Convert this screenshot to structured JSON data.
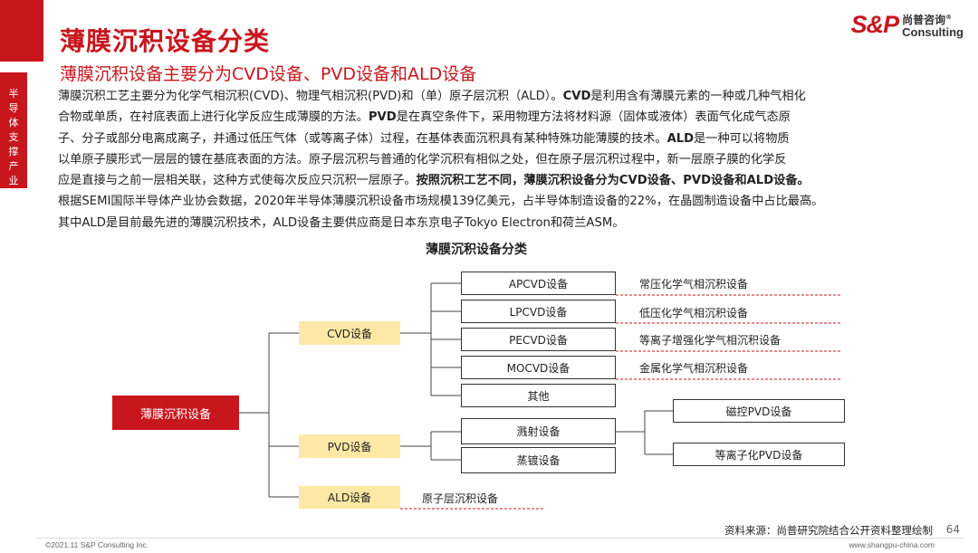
{
  "header": {
    "title": "薄膜沉积设备分类",
    "subtitle": "薄膜沉积设备主要分为CVD设备、PVD设备和ALD设备"
  },
  "sidebar": {
    "chars": [
      "半",
      "导",
      "体",
      "支",
      "撑",
      "产",
      "业"
    ]
  },
  "logo": {
    "mark": "S&P",
    "cn": "尚普咨询",
    "en": "Consulting",
    "registered": "®"
  },
  "body": {
    "lines": [
      [
        {
          "t": "薄膜沉积工艺主要分为化学气相沉积(CVD)、物理气相沉积(PVD)和（单）原子层沉积（ALD）。"
        },
        {
          "t": "CVD",
          "b": true
        },
        {
          "t": "是利用含有薄膜元素的一种或几种气相化"
        }
      ],
      [
        {
          "t": "合物或单质，在衬底表面上进行化学反应生成薄膜的方法。"
        },
        {
          "t": "PVD",
          "b": true
        },
        {
          "t": "是在真空条件下，采用物理方法将材料源（固体或液体）表面气化成气态原"
        }
      ],
      [
        {
          "t": "子、分子或部分电离成离子，并通过低压气体（或等离子体）过程，在基体表面沉积具有某种特殊功能薄膜的技术。"
        },
        {
          "t": "ALD",
          "b": true
        },
        {
          "t": "是一种可以将物质"
        }
      ],
      [
        {
          "t": "以单原子膜形式一层层的镀在基底表面的方法。原子层沉积与普通的化学沉积有相似之处，但在原子层沉积过程中，新一层原子膜的化学反"
        }
      ],
      [
        {
          "t": "应是直接与之前一层相关联，这种方式使每次反应只沉积一层原子。"
        },
        {
          "t": "按照沉积工艺不同，薄膜沉积设备分为CVD设备、PVD设备和ALD设备。",
          "b": true
        }
      ],
      [
        {
          "t": "根据SEMI国际半导体产业协会数据，2020年半导体薄膜沉积设备市场规模139亿美元，占半导体制造设备的22%，在晶圆制造设备中占比最高。"
        }
      ],
      [
        {
          "t": "其中ALD是目前最先进的薄膜沉积技术，ALD设备主要供应商是日本东京电子Tokyo Electron和荷兰ASM。"
        }
      ]
    ]
  },
  "diagram": {
    "title": "薄膜沉积设备分类",
    "root": "薄膜沉积设备",
    "categories": {
      "cvd": "CVD设备",
      "pvd": "PVD设备",
      "ald": "ALD设备"
    },
    "cvd_items": [
      {
        "label": "APCVD设备",
        "desc": "常压化学气相沉积设备"
      },
      {
        "label": "LPCVD设备",
        "desc": "低压化学气相沉积设备"
      },
      {
        "label": "PECVD设备",
        "desc": "等离子增强化学气相沉积设备"
      },
      {
        "label": "MOCVD设备",
        "desc": "金属化学气相沉积设备"
      },
      {
        "label": "其他",
        "desc": ""
      }
    ],
    "pvd_items": [
      {
        "label": "溅射设备"
      },
      {
        "label": "蒸镀设备"
      }
    ],
    "sputter_items": [
      {
        "label": "磁控PVD设备"
      },
      {
        "label": "等离子化PVD设备"
      }
    ],
    "ald_desc": "原子层沉积设备"
  },
  "footer": {
    "source": "资料来源：尚普研究院结合公开资料整理绘制",
    "page": "64",
    "copyright": "©2021.11  S&P Consulting Inc.",
    "website": "www.shangpu-china.com"
  },
  "colors": {
    "brand_red": "#c8161d",
    "category_fill": "#fde8a6"
  }
}
